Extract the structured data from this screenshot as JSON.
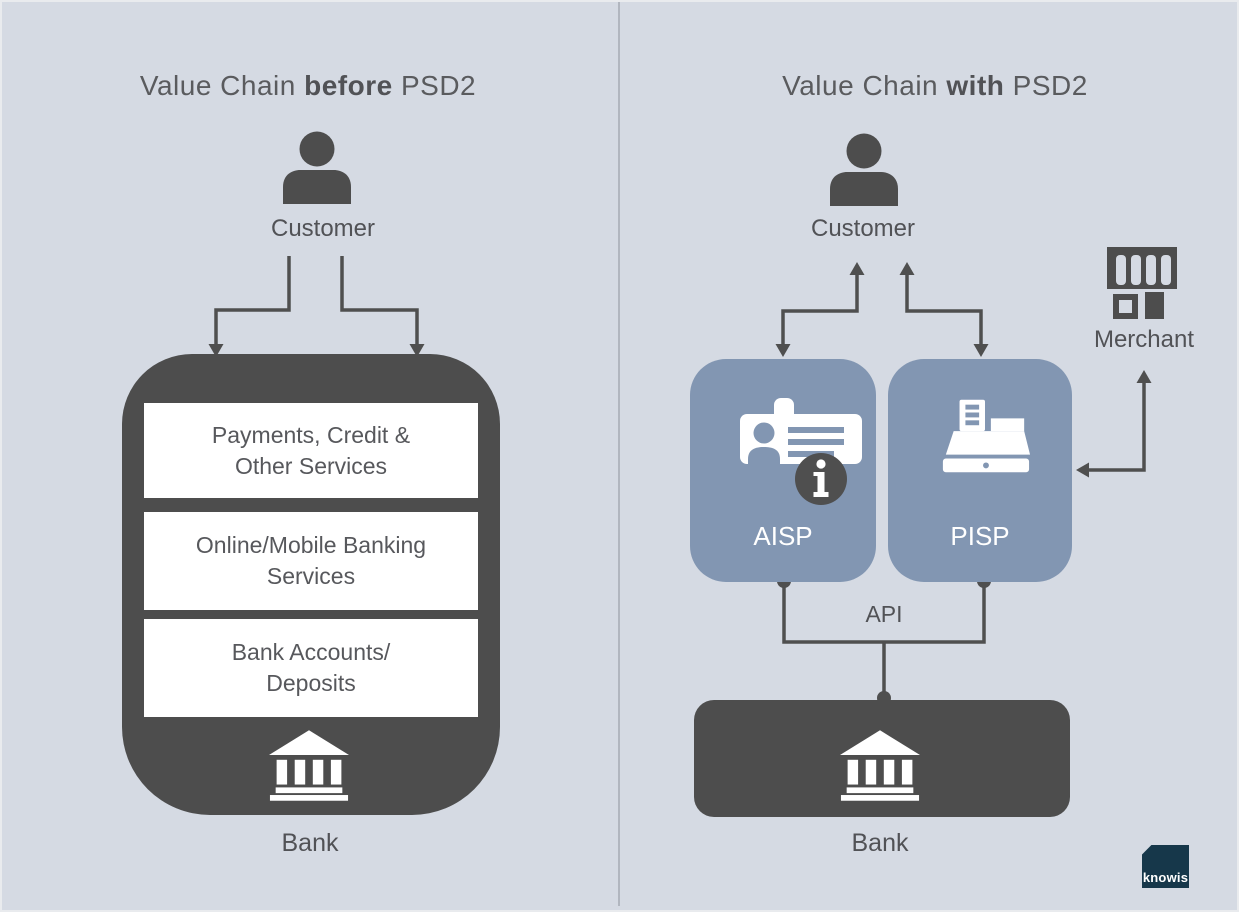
{
  "left_panel": {
    "title": {
      "prefix": "Value Chain ",
      "emphasis": "before",
      "suffix": " PSD2"
    },
    "customer_label": "Customer",
    "services": [
      {
        "lines": [
          "Payments, Credit &",
          "Other Services"
        ]
      },
      {
        "lines": [
          "Online/Mobile Banking",
          "Services"
        ]
      },
      {
        "lines": [
          "Bank Accounts/",
          "Deposits"
        ]
      }
    ],
    "bank_label": "Bank"
  },
  "right_panel": {
    "title": {
      "prefix": "Value Chain ",
      "emphasis": "with",
      "suffix": " PSD2"
    },
    "customer_label": "Customer",
    "merchant_label": "Merchant",
    "aisp_label": "AISP",
    "pisp_label": "PISP",
    "api_label": "API",
    "bank_label": "Bank"
  },
  "logo": {
    "text": "knowis"
  },
  "colors": {
    "background": "#d5dae3",
    "dark_gray": "#4d4d4d",
    "provider_blue": "#8296b2",
    "connector": "#4f4f4f",
    "text": "#57585c",
    "white": "#ffffff",
    "logo_navy": "#16374a"
  }
}
